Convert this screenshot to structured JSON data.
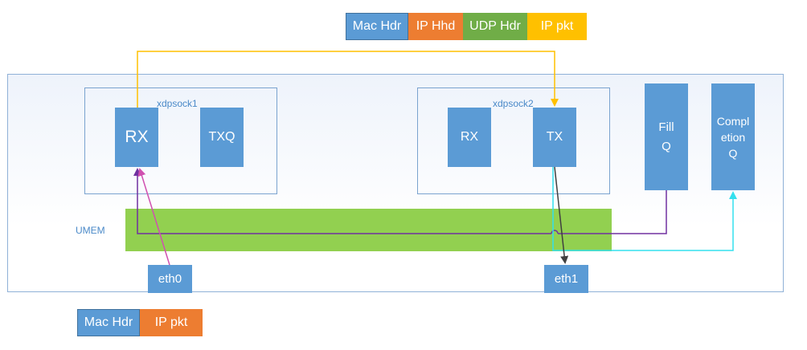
{
  "top_packet": {
    "segments": [
      {
        "label": "Mac Hdr",
        "color": "#5b9bd5"
      },
      {
        "label": "IP Hhd",
        "color": "#ed7d31"
      },
      {
        "label": "UDP Hdr",
        "color": "#70ad47"
      },
      {
        "label": "IP pkt",
        "color": "#ffc000"
      }
    ]
  },
  "bottom_packet": {
    "segments": [
      {
        "label": "Mac Hdr",
        "color": "#5b9bd5"
      },
      {
        "label": "IP pkt",
        "color": "#ed7d31"
      }
    ]
  },
  "xdpsock1": {
    "label": "xdpsock1",
    "rx": "RX",
    "txq": "TXQ"
  },
  "xdpsock2": {
    "label": "xdpsock2",
    "rx": "RX",
    "tx": "TX"
  },
  "fill_q": {
    "line1": "Fill",
    "line2": "Q"
  },
  "completion_q": {
    "line1": "Compl",
    "line2": "etion",
    "line3": "Q"
  },
  "umem": {
    "label": "UMEM"
  },
  "eth0": {
    "label": "eth0"
  },
  "eth1": {
    "label": "eth1"
  },
  "colors": {
    "box_blue": "#5b9bd5",
    "umem_green": "#92d050",
    "arrow_yellow": "#ffc000",
    "arrow_magenta": "#d050b0",
    "arrow_purple": "#7030a0",
    "arrow_cyan": "#33e0ee",
    "arrow_dark": "#404040"
  }
}
